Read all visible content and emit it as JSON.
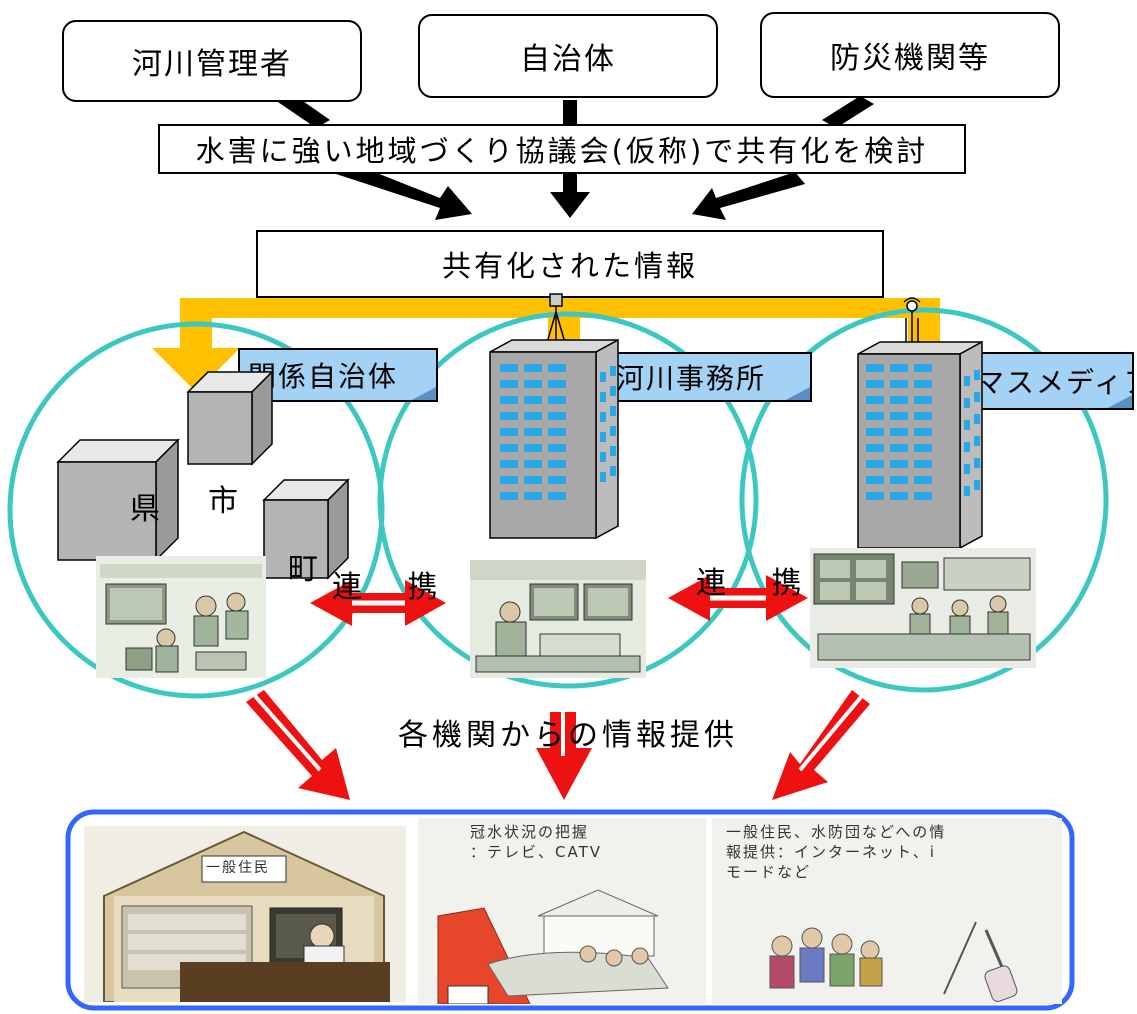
{
  "orgs": {
    "river_manager": "河川管理者",
    "municipality": "自治体",
    "disaster_agencies": "防災機関等"
  },
  "council": "水害に強い地域づくり協議会(仮称)で共有化を検討",
  "shared_info": "共有化された情報",
  "tags": {
    "related_municipalities": "関係自治体",
    "river_office": "河川事務所",
    "mass_media": "マスメディア"
  },
  "local_bodies": {
    "prefecture": "県",
    "city": "市",
    "town": "町"
  },
  "link_label": "連 携",
  "provision_label": "各機関からの情報提供",
  "photo_captions": {
    "tv_catv": "冠水状況の把握\n：テレビ、CATV",
    "internet": "一般住民、水防団などへの情\n報提供：インターネット、i\nモードなど",
    "house_sign": "一般住民"
  },
  "colors": {
    "yellow_arrow": "#ffc000",
    "red_arrow": "#ee1111",
    "ellipse": "#3cc8c0",
    "tag_fill": "#a4d2f5",
    "bottom_frame": "#3366ff"
  }
}
